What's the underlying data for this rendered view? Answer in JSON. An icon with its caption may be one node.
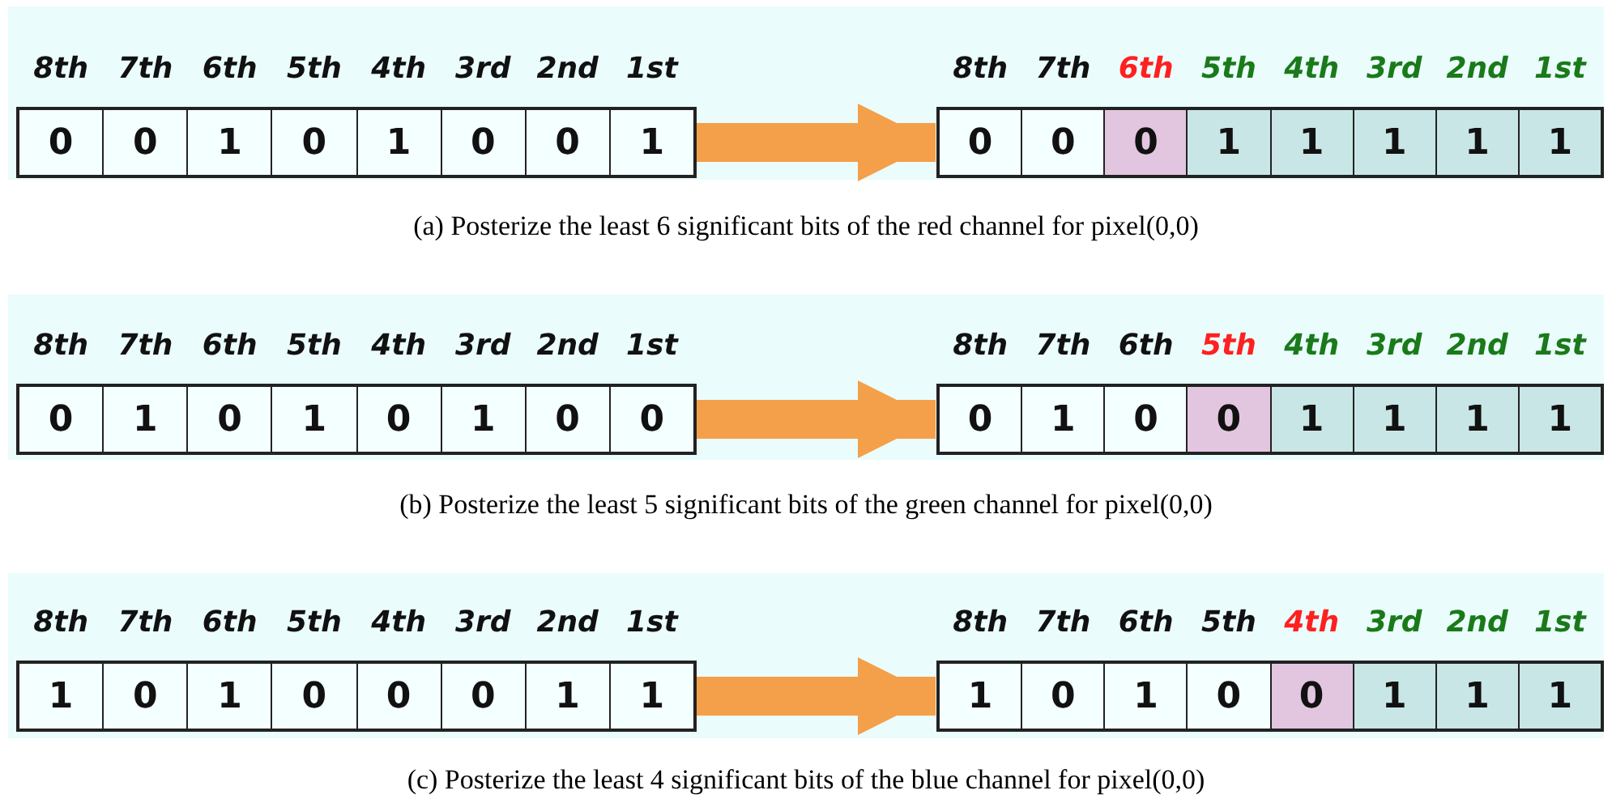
{
  "diagram": {
    "nodes": [
      {
        "text": [],
        "shape": "bar"
      },
      {
        "text": [
          "0"
        ],
        "beside": [
          "8th"
        ],
        "in": 0
      },
      {
        "text": [
          "0"
        ],
        "beside": [
          "7th"
        ],
        "in": 0
      },
      {
        "text": [
          "1"
        ],
        "beside": [
          "6th"
        ],
        "in": 0
      },
      {
        "text": [
          "0"
        ],
        "beside": [
          "5th"
        ],
        "in": 0
      },
      {
        "text": [
          "1"
        ],
        "beside": [
          "4th"
        ],
        "in": 0
      },
      {
        "text": [
          "0"
        ],
        "beside": [
          "3rd"
        ],
        "in": 0
      },
      {
        "text": [
          "0"
        ],
        "beside": [
          "2nd"
        ],
        "in": 0
      },
      {
        "text": [
          "1"
        ],
        "beside": [
          "1st"
        ],
        "in": 0
      },
      {
        "text": [],
        "shape": "bar"
      },
      {
        "text": [
          "0"
        ],
        "beside": [
          "8th"
        ],
        "in": 9
      },
      {
        "text": [
          "0"
        ],
        "beside": [
          "7th"
        ],
        "in": 9
      },
      {
        "text": [
          "0"
        ],
        "beside": [
          "6th"
        ],
        "in": 9
      },
      {
        "text": [
          "1"
        ],
        "beside": [
          "5th"
        ],
        "in": 9
      },
      {
        "text": [
          "1"
        ],
        "beside": [
          "4th"
        ],
        "in": 9
      },
      {
        "text": [
          "1"
        ],
        "beside": [
          "3rd"
        ],
        "in": 9
      },
      {
        "text": [
          "1"
        ],
        "beside": [
          "2nd"
        ],
        "in": 9
      },
      {
        "text": [
          "1"
        ],
        "beside": [
          "1st"
        ],
        "in": 9
      },
      {
        "text": [],
        "shape": "bar"
      },
      {
        "text": [
          "0"
        ],
        "beside": [
          "8th"
        ],
        "in": 18
      },
      {
        "text": [
          "1"
        ],
        "beside": [
          "7th"
        ],
        "in": 18
      },
      {
        "text": [
          "0"
        ],
        "beside": [
          "6th"
        ],
        "in": 18
      },
      {
        "text": [
          "1"
        ],
        "beside": [
          "5th"
        ],
        "in": 18
      },
      {
        "text": [
          "0"
        ],
        "beside": [
          "4th"
        ],
        "in": 18
      },
      {
        "text": [
          "1"
        ],
        "beside": [
          "3rd"
        ],
        "in": 18
      },
      {
        "text": [
          "0"
        ],
        "beside": [
          "2nd"
        ],
        "in": 18
      },
      {
        "text": [
          "0"
        ],
        "beside": [
          "1st"
        ],
        "in": 18
      },
      {
        "text": [],
        "shape": "bar"
      },
      {
        "text": [
          "0"
        ],
        "beside": [
          "8th"
        ],
        "in": 27
      },
      {
        "text": [
          "1"
        ],
        "beside": [
          "7th"
        ],
        "in": 27
      },
      {
        "text": [
          "0"
        ],
        "beside": [
          "6th"
        ],
        "in": 27
      },
      {
        "text": [
          "0"
        ],
        "beside": [
          "5th"
        ],
        "in": 27
      },
      {
        "text": [
          "1"
        ],
        "beside": [
          "4th"
        ],
        "in": 27
      },
      {
        "text": [
          "1"
        ],
        "beside": [
          "3rd"
        ],
        "in": 27
      },
      {
        "text": [
          "1"
        ],
        "beside": [
          "2nd"
        ],
        "in": 27
      },
      {
        "text": [
          "1"
        ],
        "beside": [
          "1st"
        ],
        "in": 27
      },
      {
        "text": [],
        "shape": "bar"
      },
      {
        "text": [
          "1"
        ],
        "beside": [
          "8th"
        ],
        "in": 36
      },
      {
        "text": [
          "0"
        ],
        "beside": [
          "7th"
        ],
        "in": 36
      },
      {
        "text": [
          "1"
        ],
        "beside": [
          "6th"
        ],
        "in": 36
      },
      {
        "text": [
          "0"
        ],
        "beside": [
          "5th"
        ],
        "in": 36
      },
      {
        "text": [
          "0"
        ],
        "beside": [
          "4th"
        ],
        "in": 36
      },
      {
        "text": [
          "0"
        ],
        "beside": [
          "3rd"
        ],
        "in": 36
      },
      {
        "text": [
          "1"
        ],
        "beside": [
          "2nd"
        ],
        "in": 36
      },
      {
        "text": [
          "1"
        ],
        "beside": [
          "1st"
        ],
        "in": 36
      },
      {
        "text": [],
        "shape": "bar"
      },
      {
        "text": [
          "1"
        ],
        "beside": [
          "8th"
        ],
        "in": 45
      },
      {
        "text": [
          "0"
        ],
        "beside": [
          "7th"
        ],
        "in": 45
      },
      {
        "text": [
          "1"
        ],
        "beside": [
          "6th"
        ],
        "in": 45
      },
      {
        "text": [
          "0"
        ],
        "beside": [
          "5th"
        ],
        "in": 45
      },
      {
        "text": [
          "0"
        ],
        "beside": [
          "4th"
        ],
        "in": 45
      },
      {
        "text": [
          "1"
        ],
        "beside": [
          "3rd"
        ],
        "in": 45
      },
      {
        "text": [
          "1"
        ],
        "beside": [
          "2nd"
        ],
        "in": 45
      },
      {
        "text": [
          "1"
        ],
        "beside": [
          "1st"
        ],
        "in": 45
      }
    ],
    "edges": [
      {
        "from": 0,
        "to": 9,
        "arrow": "to"
      },
      {
        "from": 18,
        "to": 27,
        "arrow": "to"
      },
      {
        "from": 36,
        "to": 45,
        "arrow": "to"
      }
    ],
    "labels": [
      "(a)  Posterize the least 6 significant bits of the red channel for pixel(0,0)",
      "(b)  Posterize the least 5 significant bits of the green channel for pixel(0,0)",
      "(c)  Posterize the least 4 significant bits of the blue channel for pixel(0,0)"
    ]
  }
}
